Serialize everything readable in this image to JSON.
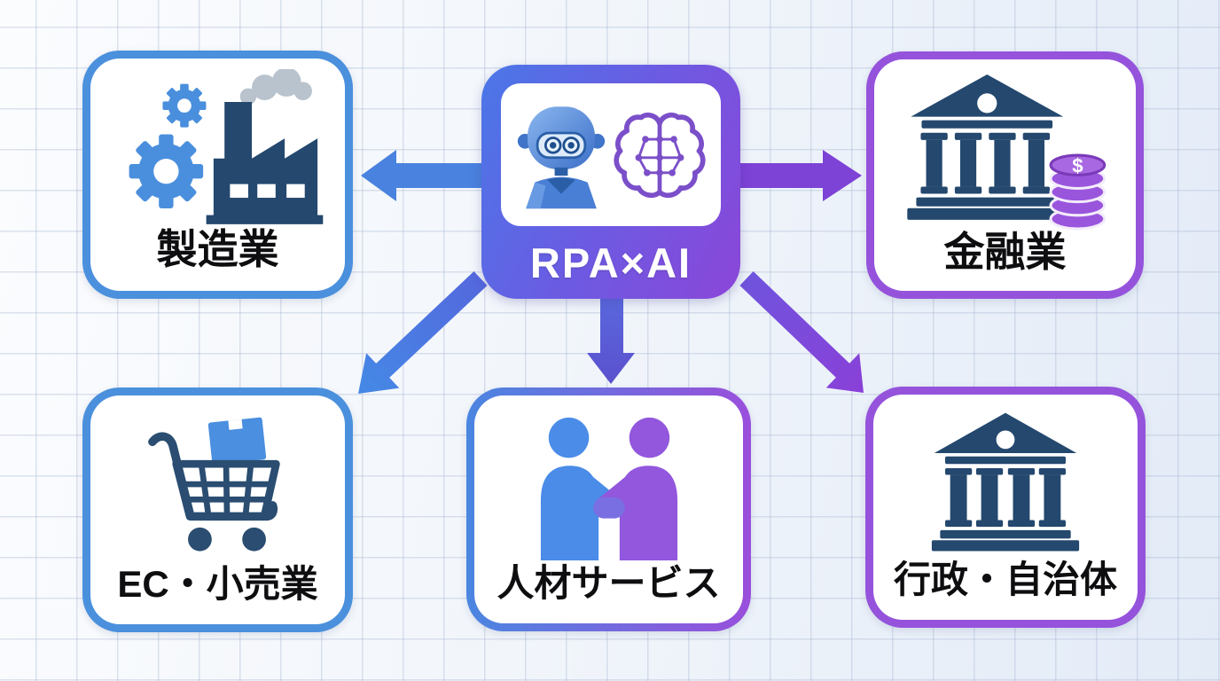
{
  "center": {
    "label": "RPA×AI",
    "icons": [
      "robot-icon",
      "ai-brain-icon"
    ]
  },
  "nodes": {
    "manufacturing": {
      "label": "製造業",
      "icon": "factory-gears-icon",
      "accent": "#4a90dd",
      "position": "top-left"
    },
    "finance": {
      "label": "金融業",
      "icon": "bank-coins-icon",
      "accent": "#9553dc",
      "position": "top-right",
      "coin_symbol": "$"
    },
    "ec_retail": {
      "label": "EC・小売業",
      "icon": "shopping-cart-icon",
      "accent": "#4a90dd",
      "position": "bottom-left"
    },
    "hr_services": {
      "label": "人材サービス",
      "icon": "handshake-people-icon",
      "accent": "blue-purple-gradient",
      "position": "bottom-center"
    },
    "government": {
      "label": "行政・自治体",
      "icon": "government-building-icon",
      "accent": "#9553dc",
      "position": "bottom-right"
    }
  },
  "arrows": [
    {
      "name": "arrow-left",
      "from": "center",
      "to": "manufacturing",
      "color": "#4a82df"
    },
    {
      "name": "arrow-right",
      "from": "center",
      "to": "finance",
      "color": "#7d42d6"
    },
    {
      "name": "arrow-down-left",
      "from": "center",
      "to": "ec_retail",
      "color": "#4a86e2"
    },
    {
      "name": "arrow-down",
      "from": "center",
      "to": "hr_services",
      "color": "#5a5fd6"
    },
    {
      "name": "arrow-down-right",
      "from": "center",
      "to": "government",
      "color": "#8a44d8"
    }
  ],
  "colors": {
    "center_gradient_start": "#4a78e8",
    "center_gradient_end": "#8b46d8",
    "navy_icon": "#24486e",
    "blue_icon": "#4a8fdd",
    "purple_icon": "#9a55dd",
    "background": "#eef3fa",
    "grid_line": "#ccd6e8",
    "label_text": "#0e0e10"
  }
}
